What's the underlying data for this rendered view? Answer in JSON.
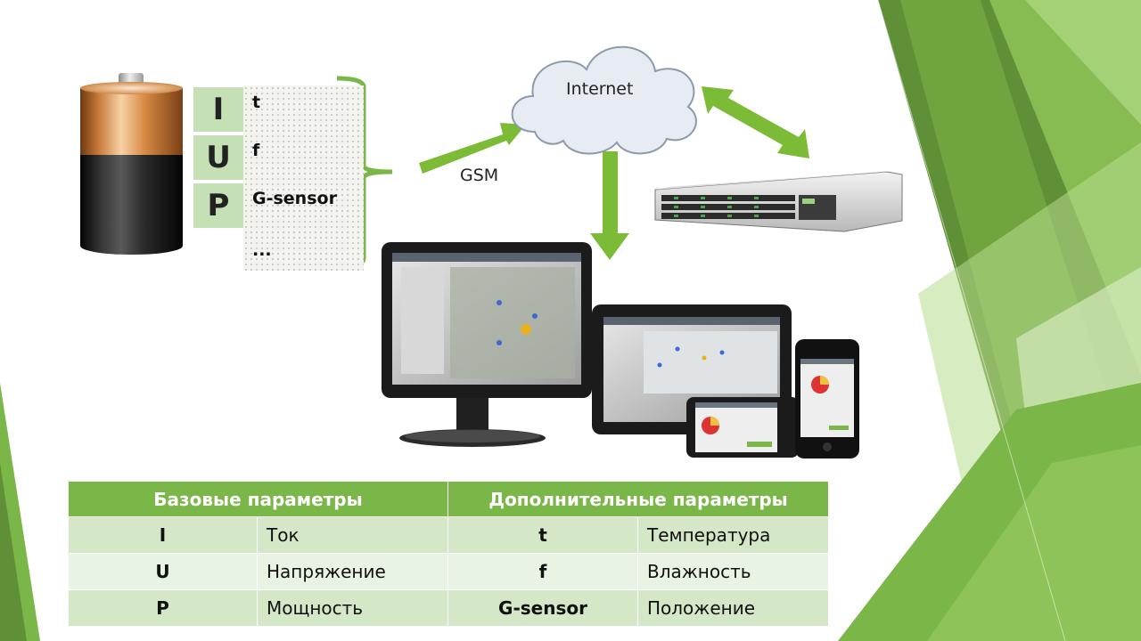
{
  "parameters": {
    "letters": [
      "I",
      "U",
      "P"
    ],
    "items": [
      "t",
      "f",
      "G-sensor",
      "..."
    ]
  },
  "diagram": {
    "gsm_label": "GSM",
    "internet_label": "Internet"
  },
  "table": {
    "headers": [
      "Базовые параметры",
      "Дополнительные параметры"
    ],
    "rows": [
      {
        "base_symbol": "I",
        "base_name": "Ток",
        "extra_symbol": "t",
        "extra_name": "Температура"
      },
      {
        "base_symbol": "U",
        "base_name": "Напряжение",
        "extra_symbol": "f",
        "extra_name": "Влажность"
      },
      {
        "base_symbol": "P",
        "base_name": "Мощность",
        "extra_symbol": "G-sensor",
        "extra_name": "Положение"
      }
    ]
  },
  "colors": {
    "accent_green": "#7ab648",
    "light_green": "#c5e0b4",
    "arrow_green": "#7cbb35"
  }
}
